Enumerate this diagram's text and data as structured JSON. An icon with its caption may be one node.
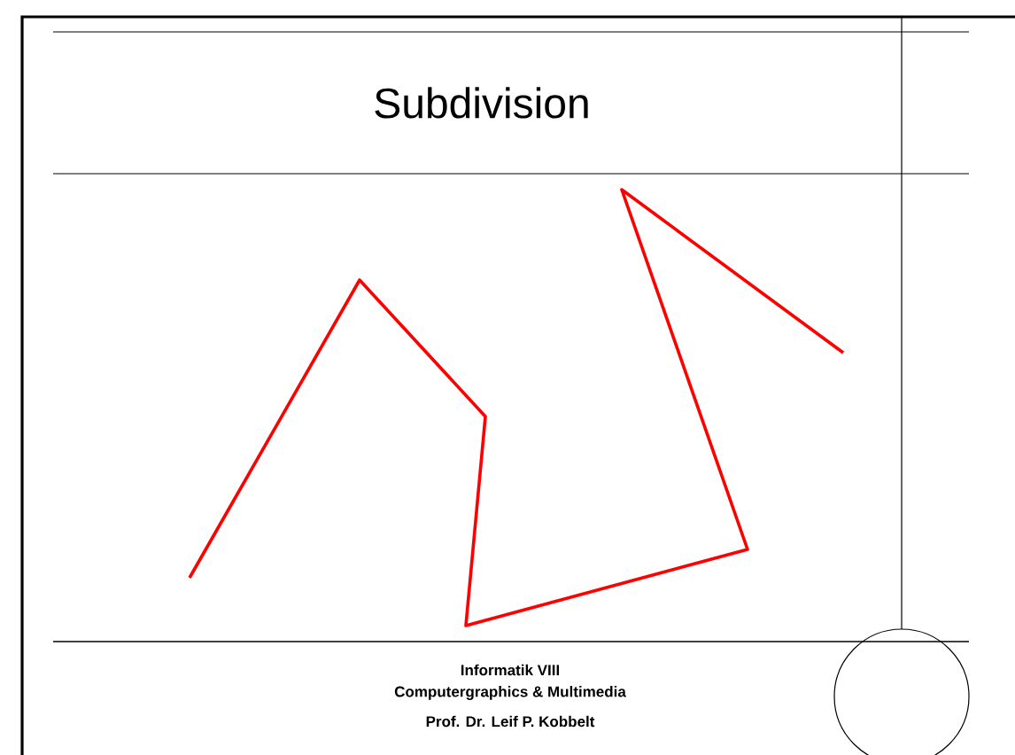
{
  "diagram": {
    "title": "Subdivision",
    "labels": [
      "Informatik VIII",
      "Computergraphics & Multimedia",
      "Prof. Dr. Leif P. Kobbelt"
    ]
  }
}
